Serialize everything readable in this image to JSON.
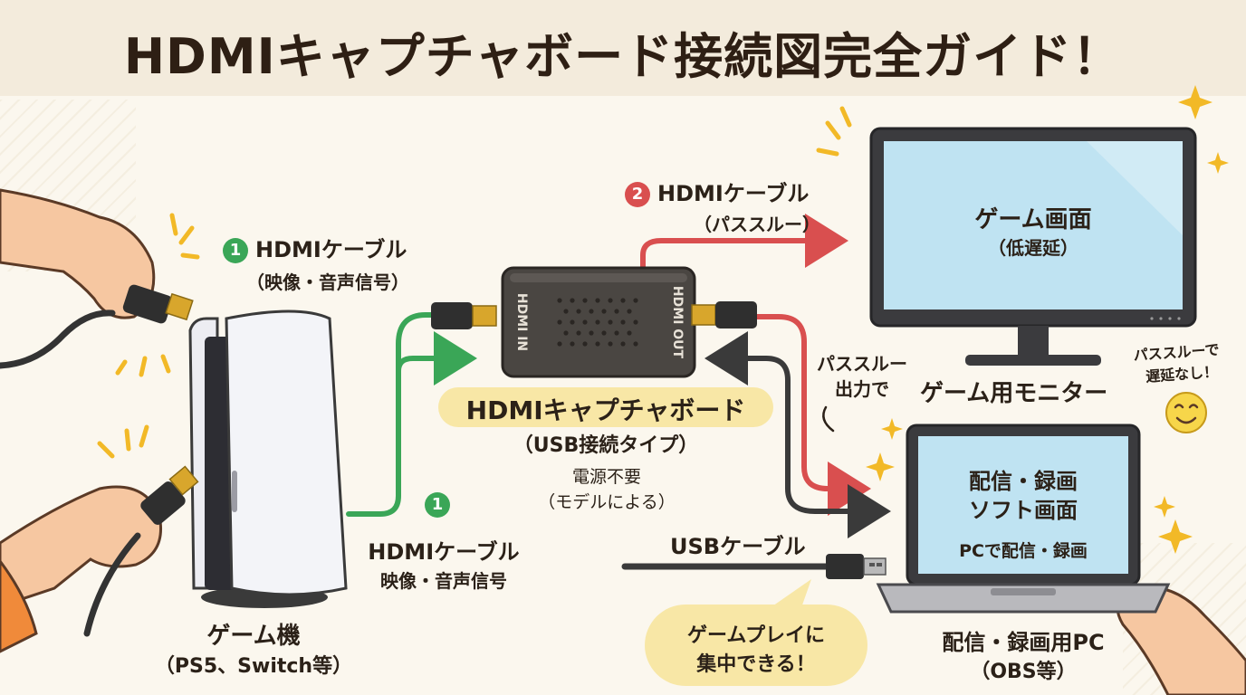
{
  "title": "HDMIキャプチャボード接続図完全ガイド！",
  "cable1_top": {
    "number": "1",
    "name": "HDMIケーブル",
    "detail": "（映像・音声信号）"
  },
  "cable1_bottom": {
    "number": "1",
    "name": "HDMIケーブル",
    "detail": "映像・音声信号"
  },
  "cable2": {
    "number": "2",
    "name": "HDMIケーブル",
    "detail": "（パススルー）"
  },
  "capture_board": {
    "port_in": "HDMI IN",
    "port_out": "HDMI OUT",
    "name": "HDMIキャプチャボード",
    "type": "（USB接続タイプ）",
    "power_line1": "電源不要",
    "power_line2": "（モデルによる）"
  },
  "game_console": {
    "name": "ゲーム機",
    "examples": "（PS5、Switch等）"
  },
  "monitor": {
    "screen_line1": "ゲーム画面",
    "screen_line2": "（低遅延）",
    "name": "ゲーム用モニター"
  },
  "passthrough_note": {
    "line1": "パススルー",
    "line2": "出力で"
  },
  "no_delay_note": {
    "line1": "パススルーで",
    "line2": "遅延なし！"
  },
  "laptop": {
    "screen_line1": "配信・録画",
    "screen_line2": "ソフト画面",
    "screen_line3": "PCで配信・録画",
    "name": "配信・録画用PC",
    "software": "（OBS等）"
  },
  "usb_cable": {
    "name": "USBケーブル"
  },
  "bubble": {
    "line1": "ゲームプレイに",
    "line2": "集中できる！"
  },
  "colors": {
    "title_bg": "#f3ebdc",
    "green_cable": "#3aa657",
    "red_cable": "#d94f4f",
    "dark_cable": "#3a3a3a",
    "highlight": "#f8e7a6",
    "screen_blue": "#bfe3f2",
    "spark_yellow": "#f2b927"
  },
  "icons": [
    "hand-icon",
    "hdmi-plug-icon",
    "usb-plug-icon",
    "sparkle-icon",
    "smiley-icon",
    "speaker-grille-icon"
  ]
}
